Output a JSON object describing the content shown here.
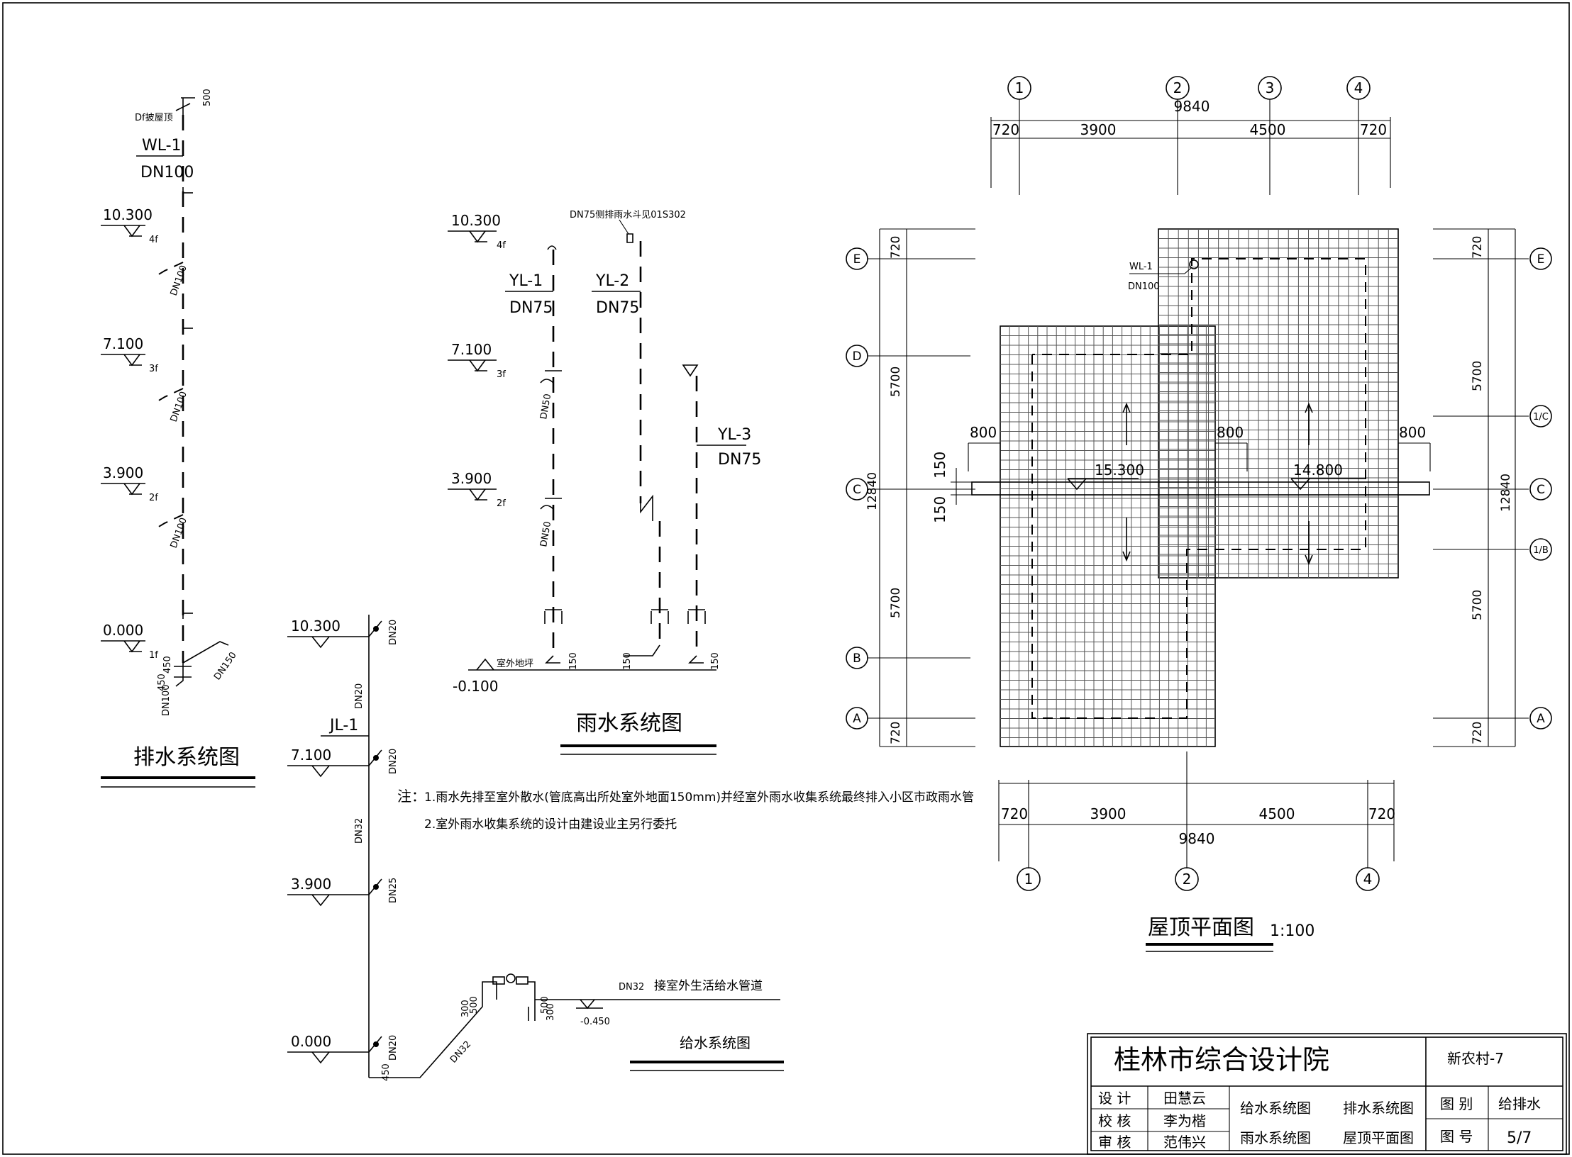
{
  "drainage": {
    "pipe_label": "WL-1",
    "pipe_size": "DN100",
    "vent_note": "Df披屋顶",
    "vent_dim": "500",
    "levels": [
      {
        "elev": "10.300",
        "floor": "4f"
      },
      {
        "elev": "7.100",
        "floor": "3f"
      },
      {
        "elev": "3.900",
        "floor": "2f"
      },
      {
        "elev": "0.000",
        "floor": "1f"
      }
    ],
    "branch_size": "DN100",
    "outlet_size": "DN150",
    "base_dims": [
      "450",
      "450"
    ],
    "title": "排水系统图"
  },
  "rain": {
    "top_note": "DN75侧排雨水斗见01S302",
    "top_floor": "4f",
    "levels": [
      {
        "elev": "10.300",
        "floor": "4f"
      },
      {
        "elev": "7.100",
        "floor": "3f"
      },
      {
        "elev": "3.900",
        "floor": "2f"
      }
    ],
    "yl1": {
      "label": "YL-1",
      "size": "DN75"
    },
    "yl2": {
      "label": "YL-2",
      "size": "DN75"
    },
    "yl3": {
      "label": "YL-3",
      "size": "DN75"
    },
    "branch_size": "DN50",
    "ground_note": "室外地坪",
    "ground_elev": "-0.100",
    "base_dim": "150",
    "title": "雨水系统图"
  },
  "supply": {
    "pipe_label": "JL-1",
    "levels": [
      "10.300",
      "7.100",
      "3.900",
      "0.000"
    ],
    "branches": [
      "DN20",
      "DN20",
      "DN25",
      "DN20"
    ],
    "riser_sizes": [
      "DN20",
      "DN32"
    ],
    "inlet_size": "DN32",
    "inlet_note": "接室外生活给水管道",
    "inlet_elev": "-0.450",
    "dims": [
      "500",
      "500",
      "300",
      "300",
      "450"
    ],
    "title": "给水系统图"
  },
  "notes": {
    "label": "注：",
    "lines": [
      "1.雨水先排至室外散水(管底高出所处室外地面150mm)并经室外雨水收集系统最终排入小区市政雨水管",
      "2.室外雨水收集系统的设计由建设业主另行委托"
    ]
  },
  "roof": {
    "title": "屋顶平面图",
    "scale": "1:100",
    "top_axes": [
      "1",
      "2",
      "3",
      "4"
    ],
    "bottom_axes": [
      "1",
      "2",
      "4"
    ],
    "top_dims": [
      "720",
      "3900",
      "4500",
      "720"
    ],
    "top_total": "9840",
    "bottom_dims": [
      "720",
      "3900",
      "4500",
      "720"
    ],
    "bottom_total": "9840",
    "left_axes": [
      "E",
      "D",
      "C",
      "B",
      "A"
    ],
    "right_axes": [
      "E",
      "1/C",
      "C",
      "1/B",
      "A"
    ],
    "left_dims": [
      "720",
      "5700",
      "5700",
      "720"
    ],
    "left_total": "12840",
    "right_dims": [
      "720",
      "5700",
      "5700",
      "720"
    ],
    "right_total": "12840",
    "ridge_dims": [
      "150",
      "150"
    ],
    "eave_dims": [
      "800",
      "800",
      "800"
    ],
    "elevations": [
      "15.300",
      "14.800"
    ],
    "pipe_label": "WL-1",
    "pipe_size": "DN100"
  },
  "title_block": {
    "institute": "桂林市综合设计院",
    "project": "新农村-7",
    "rows": [
      {
        "role": "设  计",
        "name": "田慧云"
      },
      {
        "role": "校  核",
        "name": "李为楷"
      },
      {
        "role": "审  核",
        "name": "范伟兴"
      }
    ],
    "drawings": [
      "给水系统图",
      "排水系统图",
      "雨水系统图",
      "屋顶平面图"
    ],
    "category_label": "图  别",
    "category_value": "给排水",
    "number_label": "图  号",
    "number_value": "5/7"
  }
}
